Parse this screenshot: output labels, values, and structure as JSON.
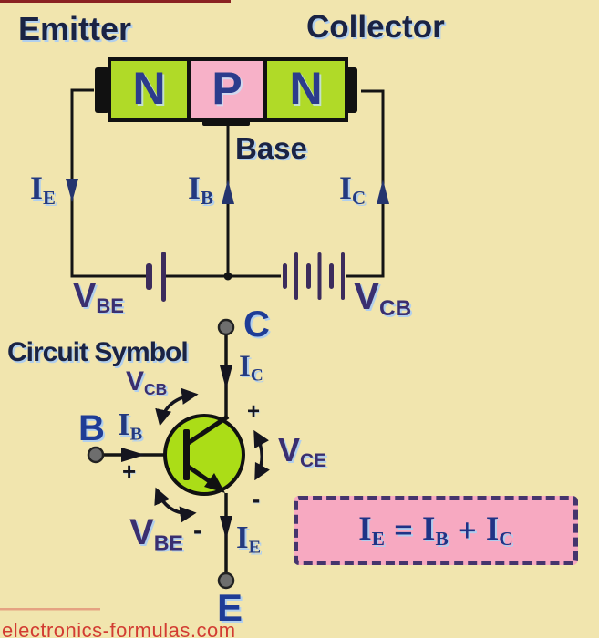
{
  "colors": {
    "background": "#f1e5ae",
    "navy_text": "#1f2d6e",
    "purple_text": "#3a2f70",
    "region_green": "#b0da28",
    "region_pink": "#f7b1c8",
    "transistor_green": "#abdd17",
    "formula_pink": "#f7a9c1",
    "formula_border": "#45356d",
    "battery_plate": "#3c2c5c",
    "wire_black": "#141414",
    "terminal_gray": "#6e6e6e",
    "watermark_red": "#d23c32"
  },
  "block_diagram": {
    "emitter_label": "Emitter",
    "collector_label": "Collector",
    "base_label": "Base",
    "regions": [
      "N",
      "P",
      "N"
    ],
    "currents": {
      "ie": {
        "main": "I",
        "sub": "E"
      },
      "ib": {
        "main": "I",
        "sub": "B"
      },
      "ic": {
        "main": "I",
        "sub": "C"
      }
    },
    "voltages": {
      "vbe": {
        "main": "V",
        "sub": "BE"
      },
      "vcb": {
        "main": "V",
        "sub": "CB"
      }
    }
  },
  "circuit_symbol": {
    "title": "Circuit Symbol",
    "terminals": {
      "b": "B",
      "c": "C",
      "e": "E"
    },
    "currents": {
      "ib": {
        "main": "I",
        "sub": "B"
      },
      "ic": {
        "main": "I",
        "sub": "C"
      },
      "ie": {
        "main": "I",
        "sub": "E"
      }
    },
    "voltages": {
      "vcb": {
        "main": "V",
        "sub": "CB"
      },
      "vce": {
        "main": "V",
        "sub": "CE"
      },
      "vbe": {
        "main": "V",
        "sub": "BE"
      }
    },
    "polarity": {
      "plus": "+",
      "minus": "-"
    }
  },
  "formula": {
    "lhs": {
      "main": "I",
      "sub": "E"
    },
    "equals": "=",
    "term1": {
      "main": "I",
      "sub": "B"
    },
    "plus": "+",
    "term2": {
      "main": "I",
      "sub": "C"
    }
  },
  "watermark": "electronics-formulas.com"
}
